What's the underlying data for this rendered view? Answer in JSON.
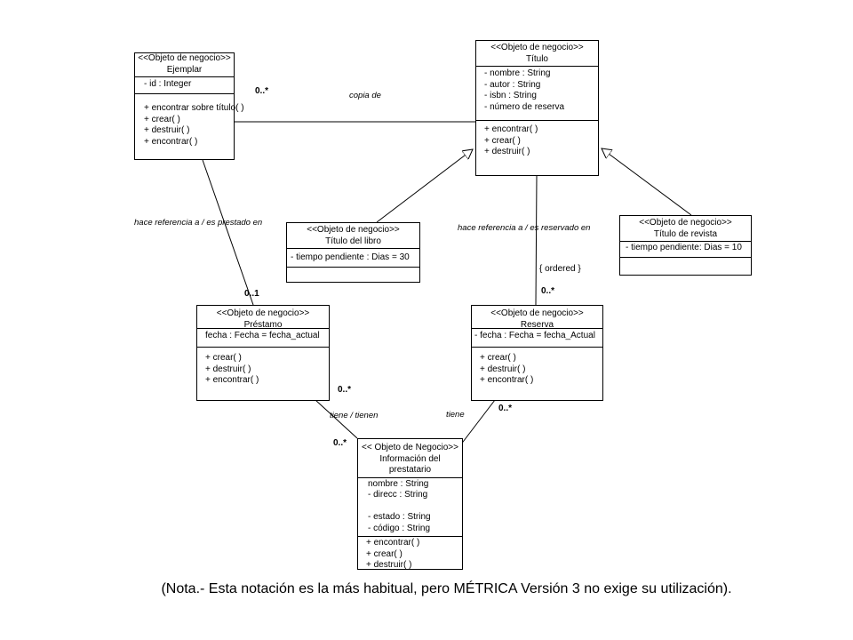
{
  "classes": {
    "ejemplar": {
      "stereotype": "<<Objeto de negocio>>",
      "name": "Ejemplar",
      "attributes": [
        "- id :    Integer"
      ],
      "operations": [
        "+ encontrar sobre título( )",
        "+ crear( )",
        "+ destruir( )",
        "+ encontrar( )"
      ]
    },
    "titulo": {
      "stereotype": "<<Objeto de negocio>>",
      "name": "Título",
      "attributes": [
        "- nombre : String",
        "- autor : String",
        "- isbn : String",
        "- número de reserva"
      ],
      "operations": [
        "+ encontrar( )",
        "+ crear( )",
        "+ destruir( )"
      ]
    },
    "titulo_libro": {
      "stereotype": "<<Objeto de negocio>>",
      "name": "Título del libro",
      "attributes": [
        "- tiempo pendiente : Dias = 30"
      ],
      "operations": []
    },
    "titulo_revista": {
      "stereotype": "<<Objeto de negocio>>",
      "name": "Título de revista",
      "attributes": [
        "- tiempo pendiente: Dias = 10"
      ],
      "operations": []
    },
    "prestamo": {
      "stereotype": "<<Objeto de negocio>>",
      "name": "Préstamo",
      "attributes": [
        "fecha : Fecha = fecha_actual"
      ],
      "operations": [
        "+ crear( )",
        "+ destruir( )",
        "+ encontrar( )"
      ]
    },
    "reserva": {
      "stereotype": "<<Objeto de negocio>>",
      "name": "Reserva",
      "attributes": [
        "- fecha : Fecha = fecha_Actual"
      ],
      "operations": [
        "+ crear( )",
        "+ destruir( )",
        "+ encontrar( )"
      ]
    },
    "prestatario": {
      "stereotype": "<< Objeto de Negocio>>",
      "name": "Información del prestatario",
      "attributes": [
        "nombre : String",
        "- direcc : String",
        "",
        "- estado : String",
        "- código : String"
      ],
      "operations": [
        "+ encontrar( )",
        "+ crear( )",
        "+ destruir( )"
      ]
    }
  },
  "associations": {
    "copia_de": {
      "label": "copia de",
      "multiplicity": "0..*"
    },
    "prestado": {
      "label": "hace referencia a  / es  prestado en",
      "multiplicity": "0..1"
    },
    "reservado": {
      "label": "hace referencia a  / es reservado en",
      "constraint": "{ ordered }",
      "multiplicity": "0..*"
    },
    "tiene_prestamo": {
      "label": "tiene / tienen",
      "multiplicity_top": "0..*",
      "multiplicity_bottom": "0..*"
    },
    "tiene_reserva": {
      "label": "tiene",
      "multiplicity": "0..*"
    }
  },
  "note": "(Nota.- Esta notación es la más habitual, pero MÉTRICA Versión 3 no exige su utilización)."
}
